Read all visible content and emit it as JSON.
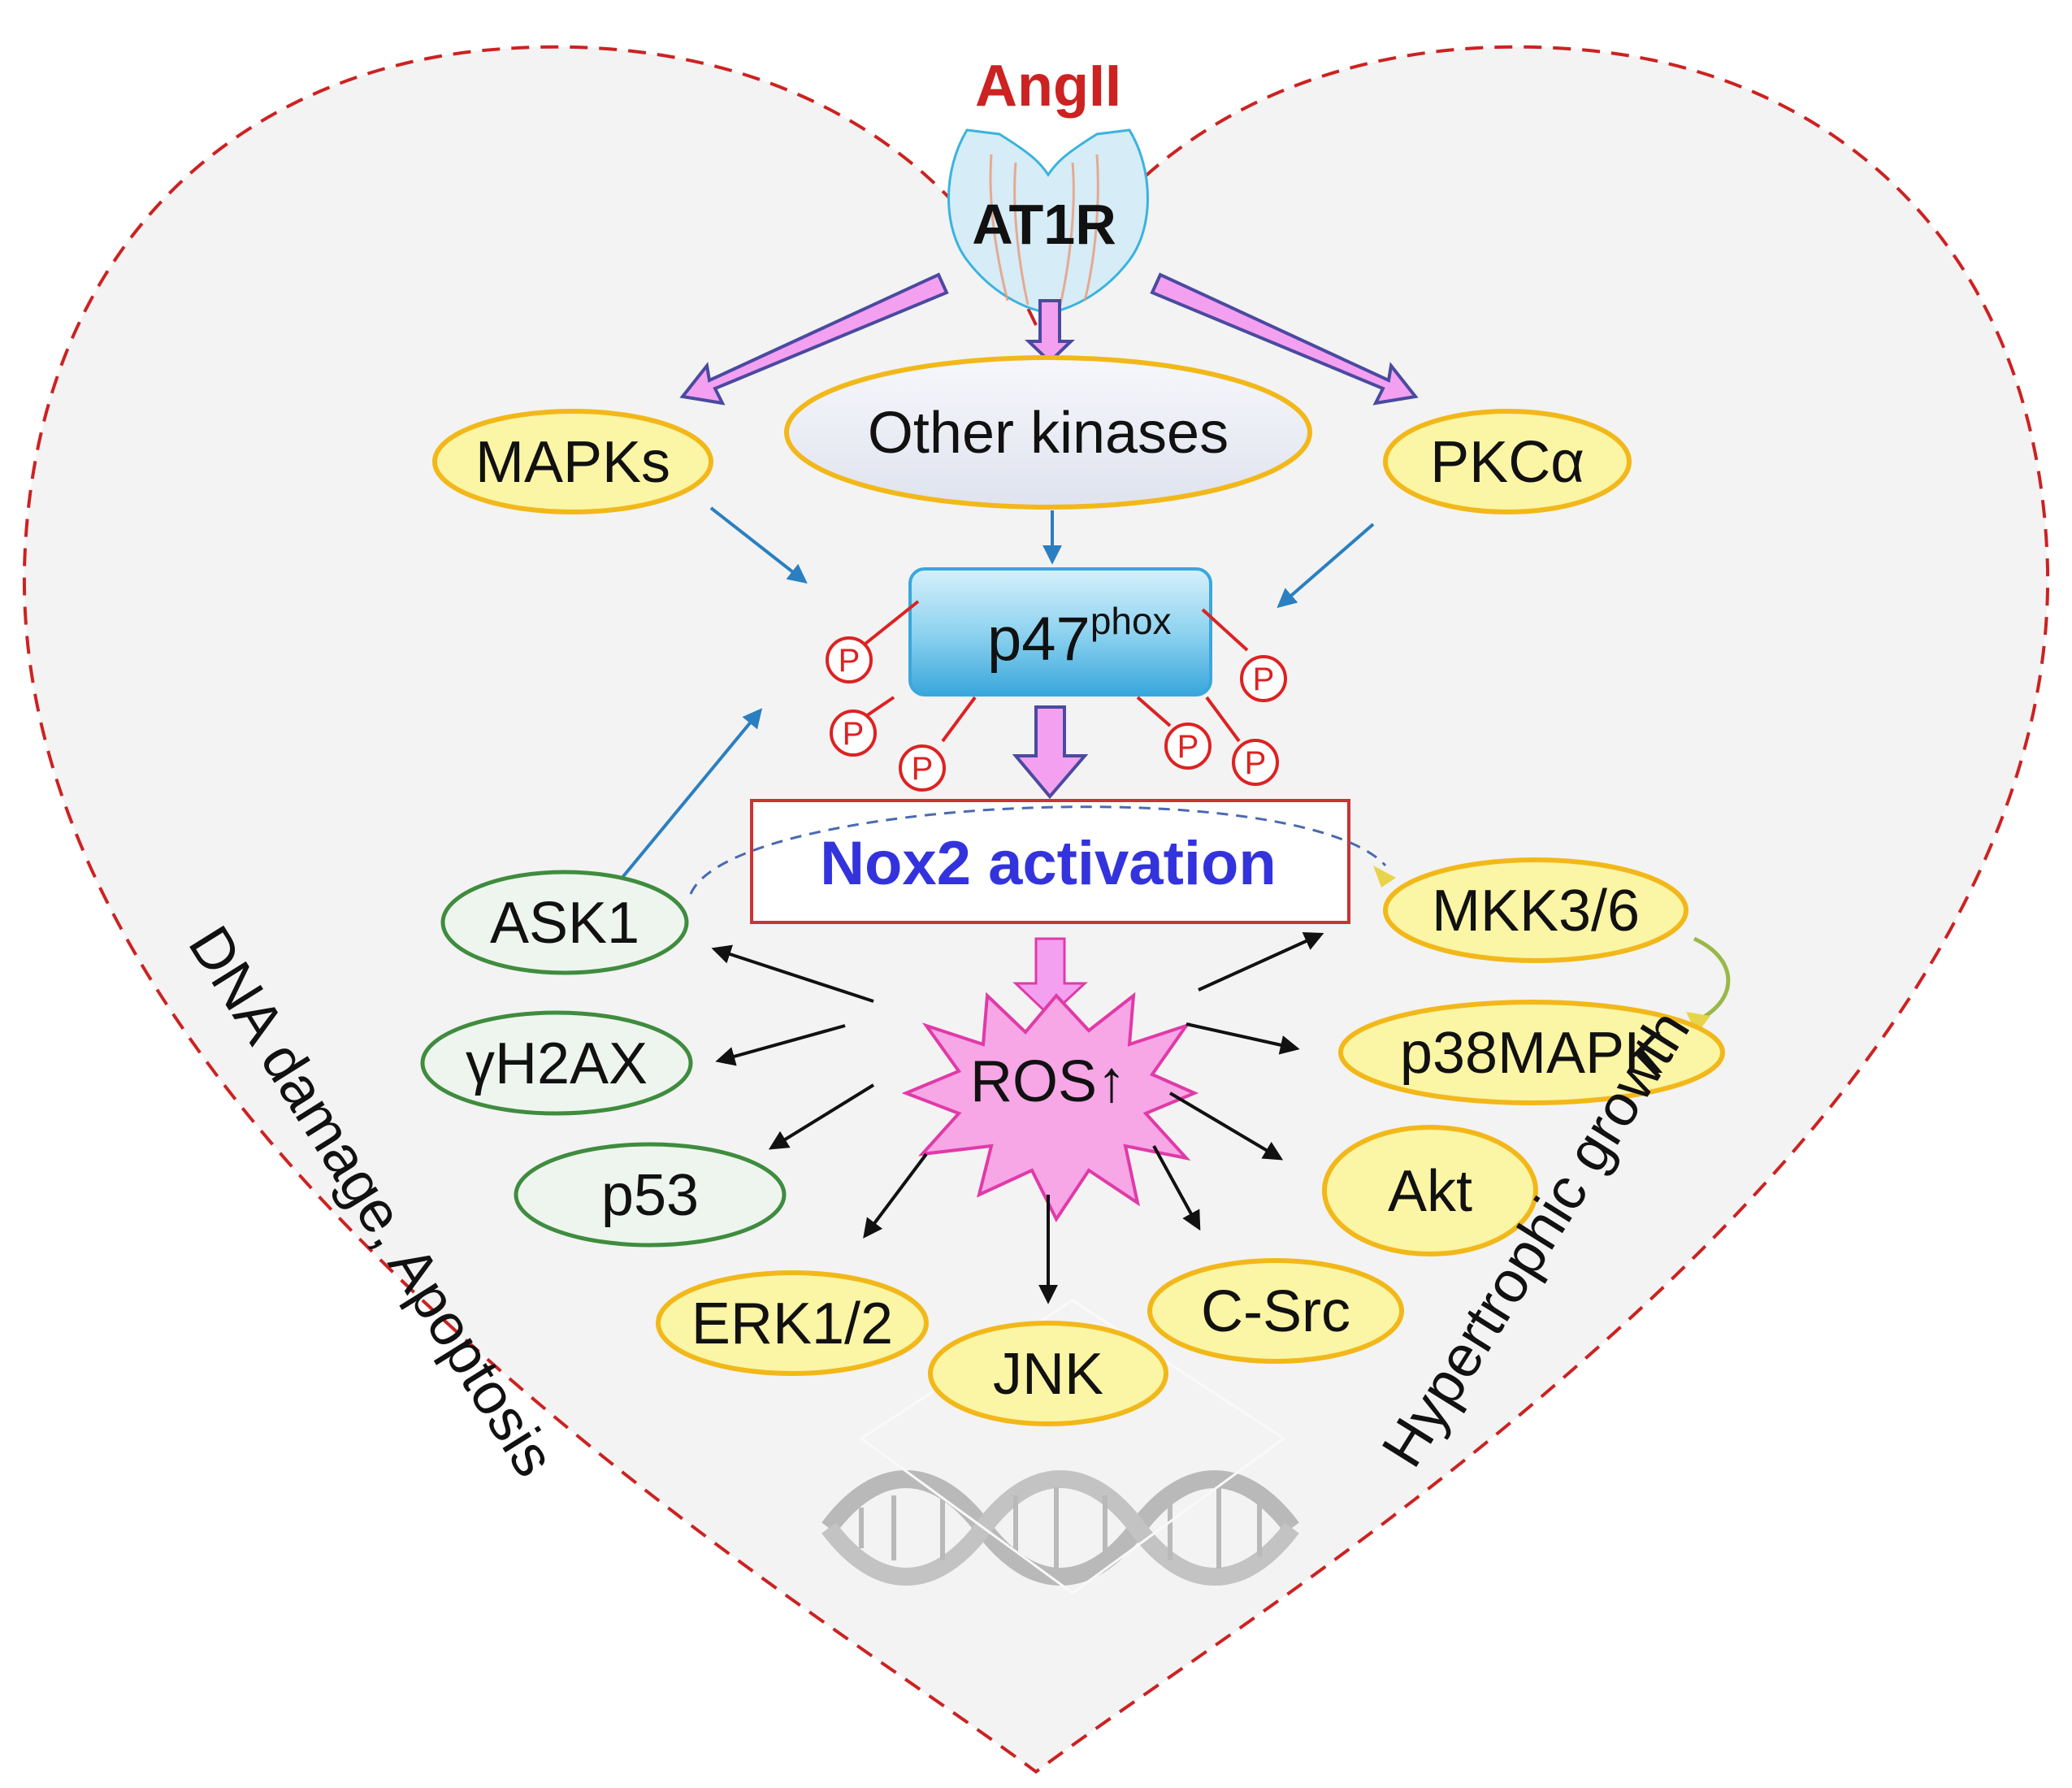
{
  "ligand": "AngII",
  "receptor": "AT1R",
  "upstream": {
    "mapks": "MAPKs",
    "other_kinases": "Other kinases",
    "pkc": "PKCα"
  },
  "p47": {
    "main": "p47",
    "sup": "phox"
  },
  "phospho_symbol": "P",
  "nox2": "Nox2 activation",
  "ros": "ROS↑",
  "left_targets": {
    "ask1": "ASK1",
    "h2ax": "γH2AX",
    "p53": "p53"
  },
  "right_targets": {
    "mkk": "MKK3/6",
    "p38": "p38MAPK",
    "akt": "Akt"
  },
  "bottom_targets": {
    "erk": "ERK1/2",
    "jnk": "JNK",
    "csrc": "C-Src"
  },
  "side_labels": {
    "left": "DNA damage, Apoptosis",
    "right": "Hypertrophic growth"
  },
  "colors": {
    "heart_outline": "#cc2222",
    "heart_fill": "#f3f3f3",
    "yellow_fill": "#fbf5a6",
    "yellow_stroke": "#f2b81a",
    "green_stroke": "#3f8c3f",
    "green_fill": "#eef5ee",
    "ros_fill": "#f7a6e6",
    "ros_stroke": "#e03aa8",
    "nox_text": "#3333dd",
    "nox_box": "#cc3333",
    "pink_arrow": "#f4a0f0",
    "blue_arrow": "#2a7fc0",
    "angii_text": "#cc2222"
  }
}
